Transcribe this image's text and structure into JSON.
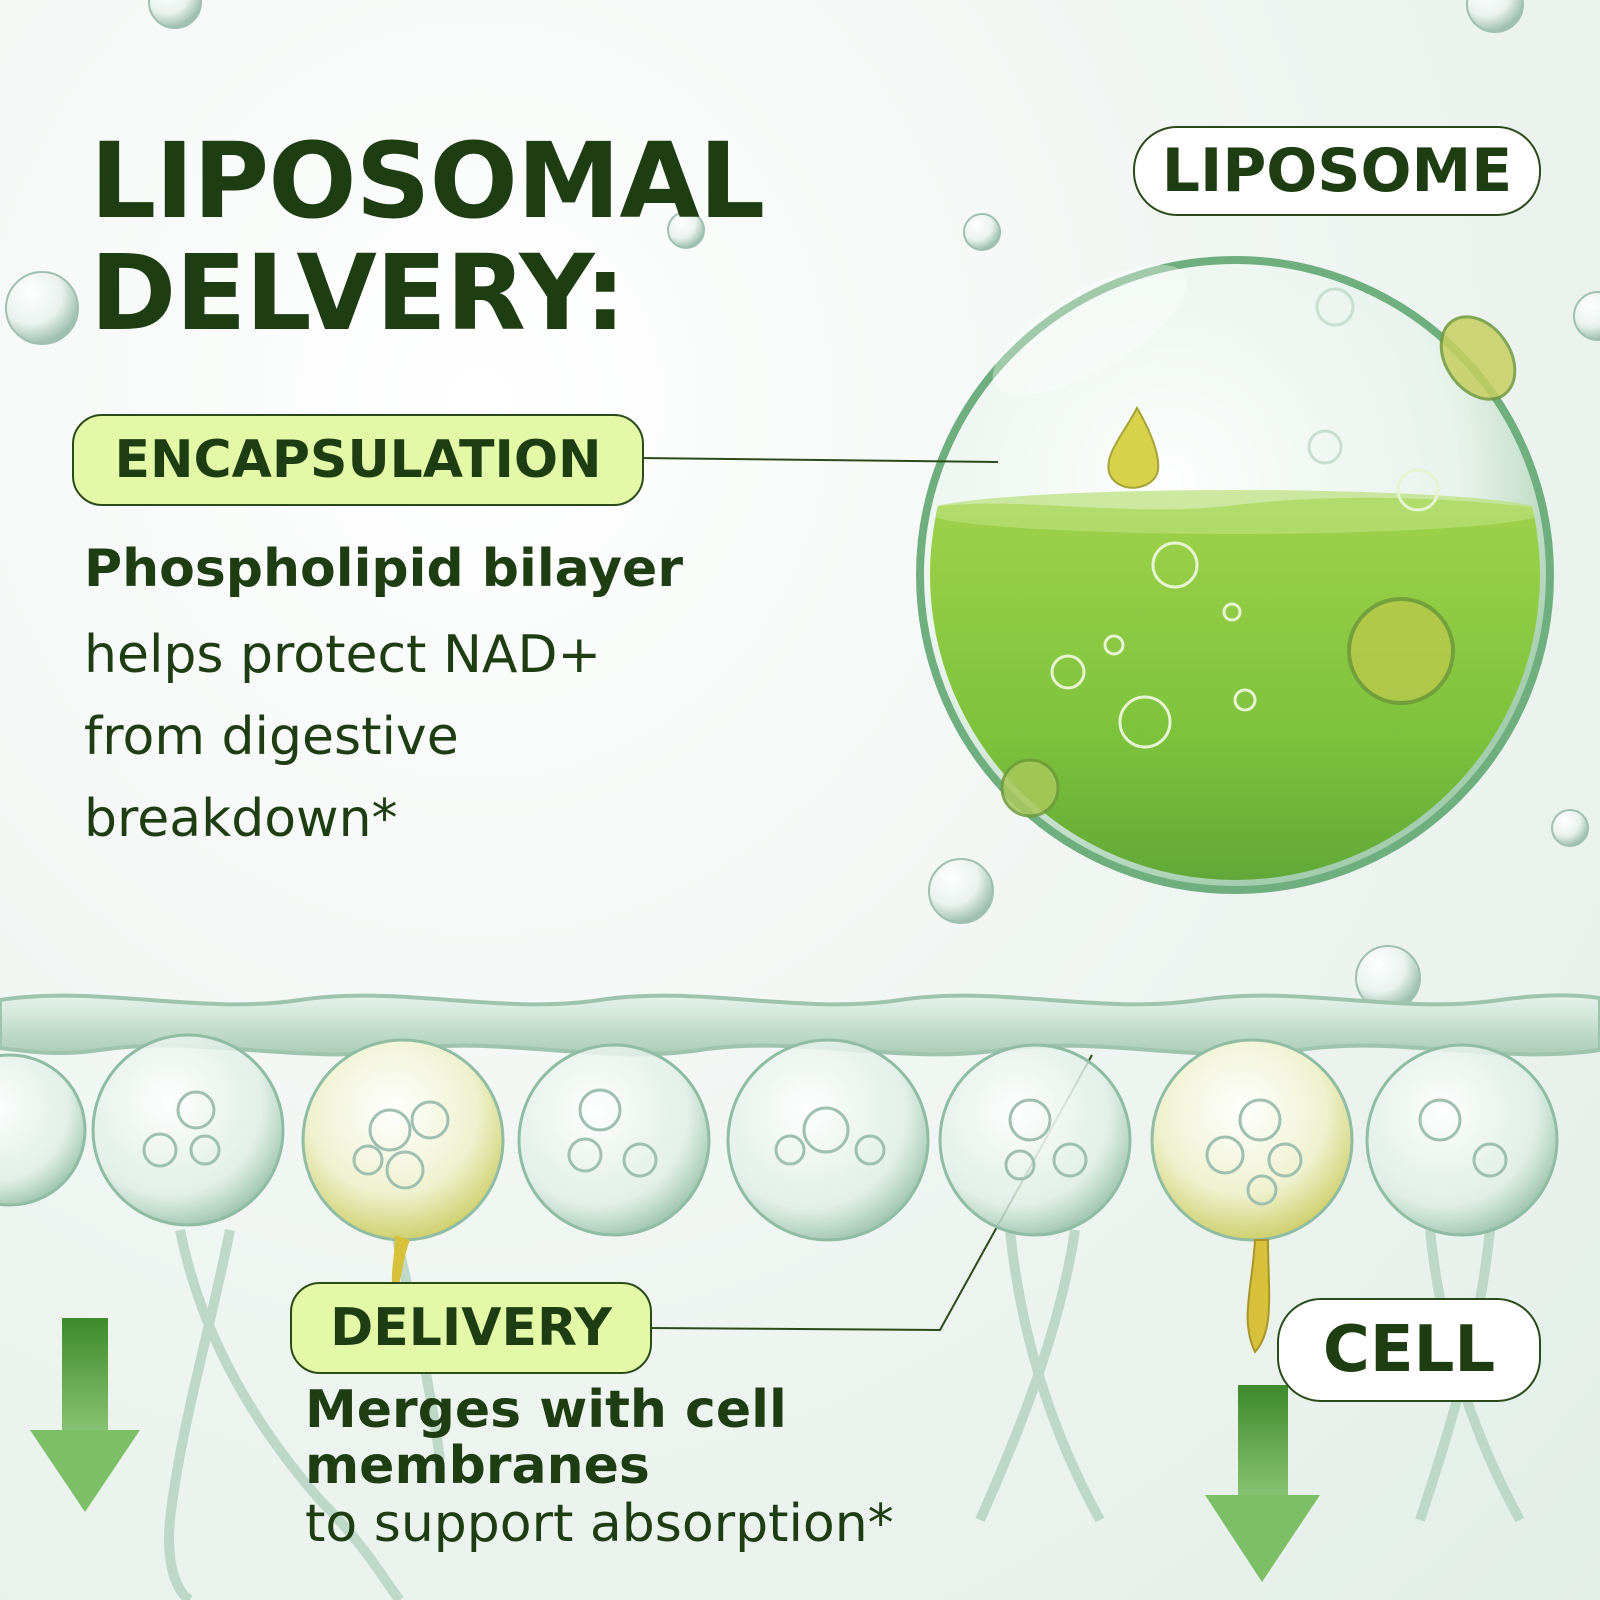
{
  "headline": "LIPOSOMAL\nDELVERY:",
  "liposome_label": "LIPOSOME",
  "encapsulation": {
    "label": "ENCAPSULATION",
    "strong": "Phospholipid bilayer",
    "desc": "helps protect NAD+\nfrom digestive\nbreakdown*"
  },
  "delivery": {
    "label": "DELIVERY",
    "strong": "Merges with cell\nmembranes",
    "desc": "to support absorption*"
  },
  "cell_label": "CELL",
  "colors": {
    "text_dark_green": "#1f3d12",
    "pill_lime": "#e4f9a8",
    "liposome_liquid": "#7cc23b",
    "arrow_green": "#4f9a3c"
  }
}
